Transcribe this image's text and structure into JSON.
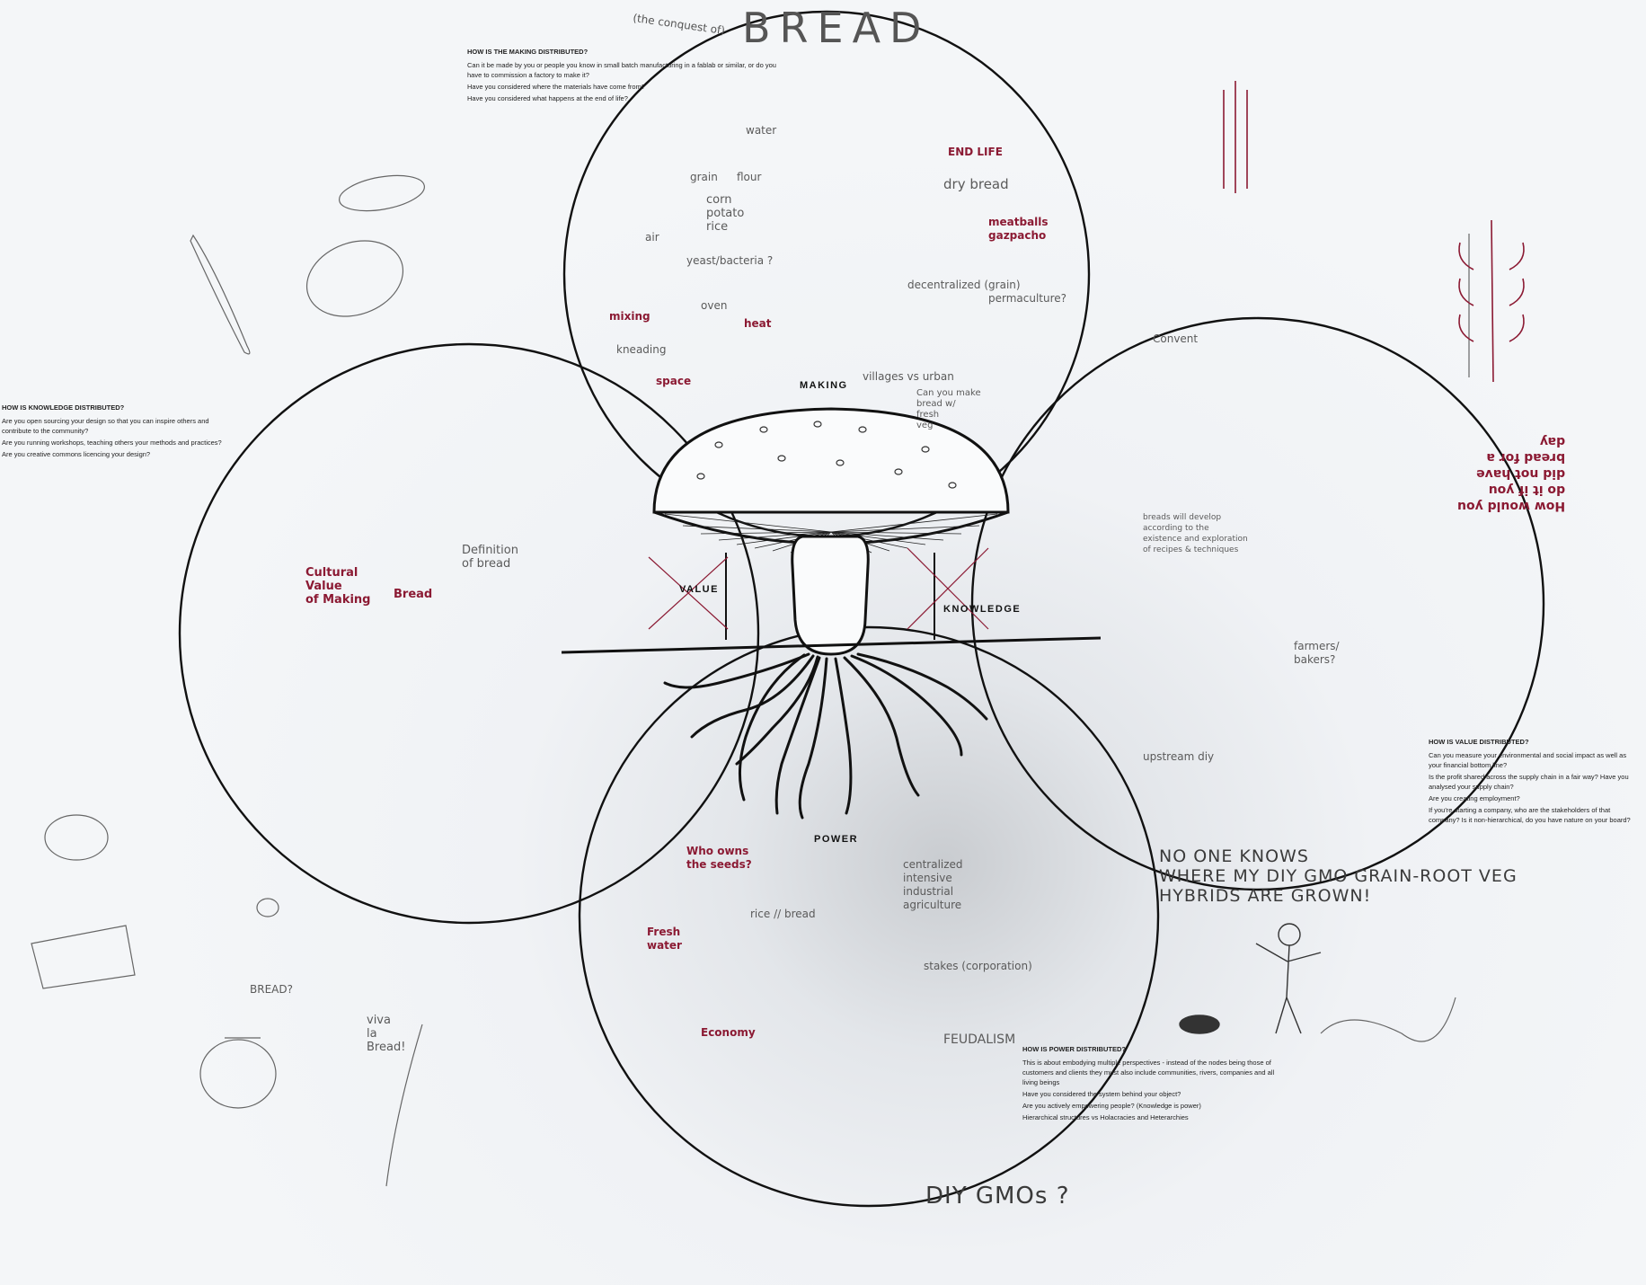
{
  "poster": {
    "title": "BREAD",
    "subtitle": "(the conquest of)",
    "labels": {
      "making": "MAKING",
      "value": "VALUE",
      "knowledge": "KNOWLEDGE",
      "power": "POWER"
    },
    "colors": {
      "ink": "#111111",
      "red_marker": "#8b1a33",
      "pencil": "#5a5a5a",
      "paper": "#f2f4f6"
    }
  },
  "questions": {
    "making": {
      "heading": "HOW IS THE MAKING DISTRIBUTED?",
      "lines": [
        "Can it be made by you or people you know in small batch manufacturing in a fablab or similar, or do you have to commission a factory to make it?",
        "Have you considered where the materials have come from?",
        "Have you considered what happens at the end of life?"
      ]
    },
    "knowledge": {
      "heading": "HOW IS KNOWLEDGE DISTRIBUTED?",
      "lines": [
        "Are you open sourcing your design so that you can inspire others and contribute to the community?",
        "Are you running workshops, teaching others your methods and practices?",
        "Are you creative commons licencing your design?"
      ]
    },
    "value": {
      "heading": "HOW IS VALUE DISTRIBUTED?",
      "lines": [
        "Can you measure your environmental and social impact as well as your financial bottom line?",
        "Is the profit shared across the supply chain in a fair way? Have you analysed your supply chain?",
        "Are you creating employment?",
        "If you're starting a company, who are the stakeholders of that company? Is it non-hierarchical, do you have nature on your board?"
      ]
    },
    "power": {
      "heading": "HOW IS POWER DISTRIBUTED?",
      "lines": [
        "This is about embodying multiple perspectives - instead of the nodes being those of customers and clients they must also include communities, rivers, companies and all living beings",
        "Have you considered the system behind your object?",
        "Are you actively empowering people? (Knowledge is power)",
        "Hierarchical structures vs Holacracies and Heterarchies"
      ]
    }
  },
  "notes": {
    "end_life": "END LIFE",
    "dry_bread": "dry bread",
    "meatballs": "meatballs\ngazpacho",
    "grain": "grain",
    "corn": "corn\npotato\nrice",
    "water": "water",
    "flour": "flour",
    "air": "air",
    "yeast": "yeast/bacteria ?",
    "oven": "oven",
    "heat": "heat",
    "mixing": "mixing",
    "kneading": "kneading",
    "space": "space",
    "decentralized": "decentralized (grain)",
    "permaculture": "permaculture?",
    "villages": "villages vs urban",
    "can_you_make": "Can you make\nbread w/\nfresh\nveg",
    "cultural_value": "Cultural\nValue\nof Making",
    "bread": "Bread",
    "definition": "Definition\nof bread",
    "who_owns_seeds": "Who owns\nthe seeds?",
    "fresh_water": "Fresh\nwater",
    "economy": "Economy",
    "centralized": "centralized\nintensive\nindustrial\nagriculture",
    "stakes": "stakes (corporation)",
    "rice_bread": "rice // bread",
    "feudalism": "FEUDALISM",
    "upstream_diy": "upstream diy",
    "farmers_bakers": "farmers/\nbakers?",
    "breads_develop": "breads will develop\naccording to the\nexistence and exploration\nof recipes & techniques",
    "no_one_knows": "NO ONE KNOWS\nWHERE MY DIY GMO GRAIN-ROOT VEG\nHYBRIDS ARE GROWN!",
    "diy_gmos": "DIY GMOs ?",
    "viva": "viva\nla\nBread!",
    "bread_speech": "BREAD?",
    "how_would": "How would you\ndo it if you\ndid not have\nbread for a\nday",
    "convent": "Convent"
  }
}
